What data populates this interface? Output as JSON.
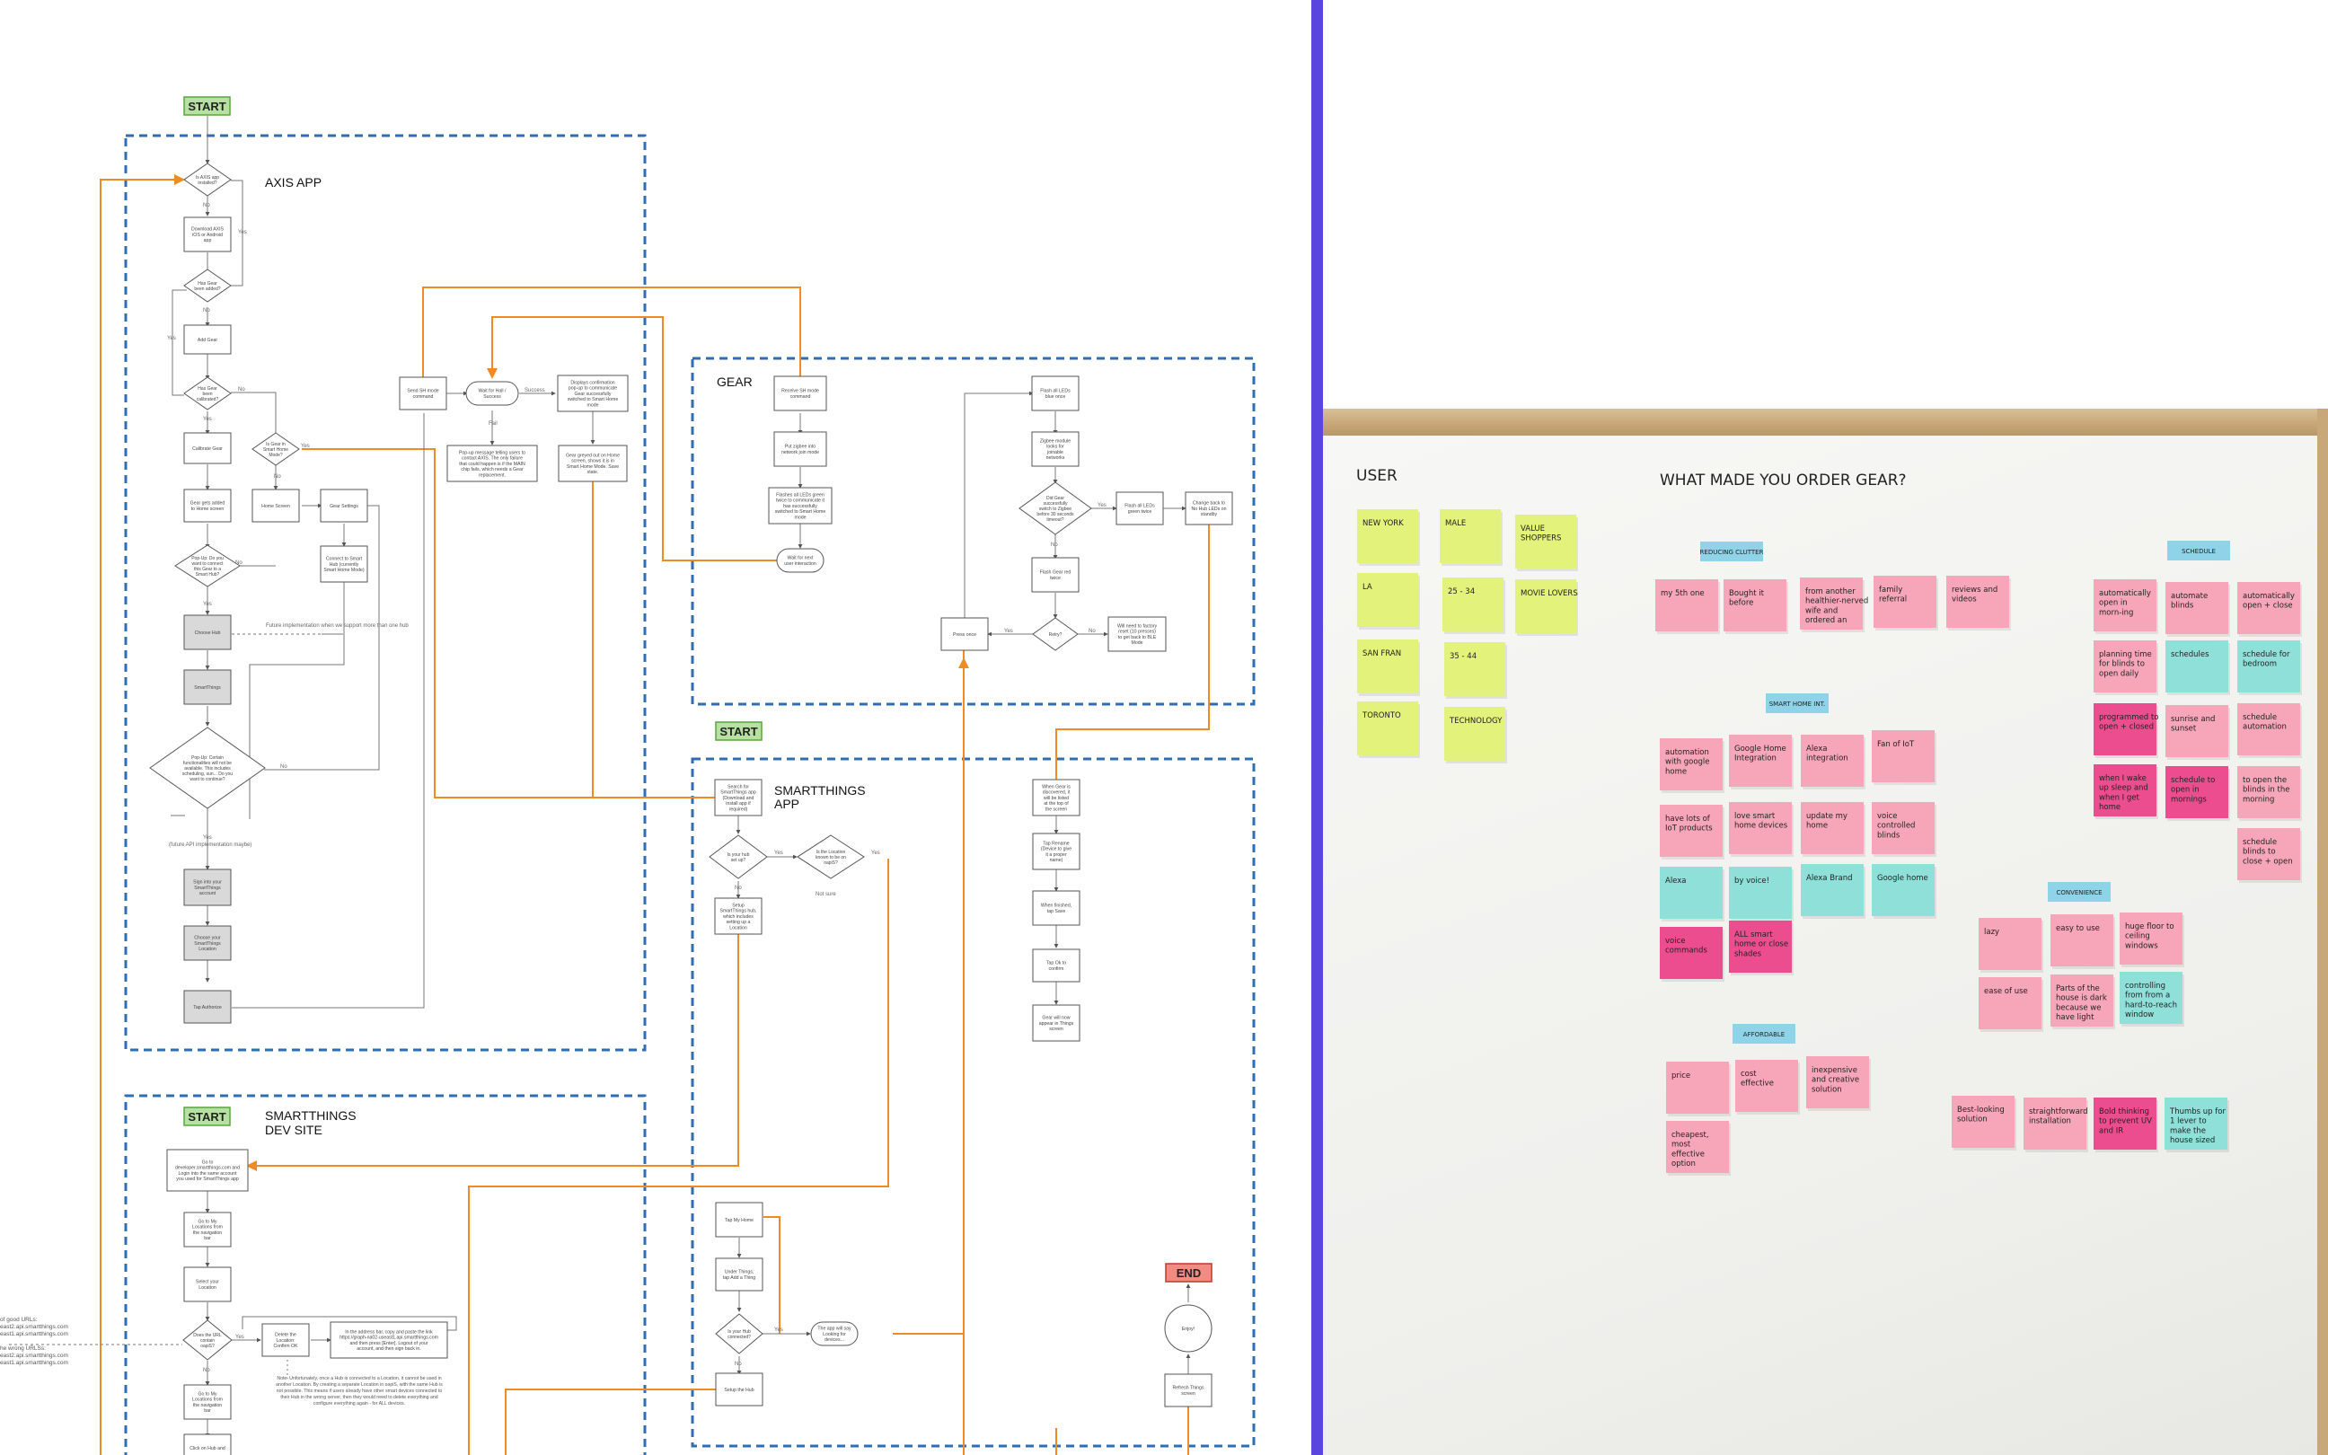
{
  "flowchart": {
    "colors": {
      "group_border": "#2f6db5",
      "start_fill": "#b7e1a1",
      "start_stroke": "#5aa443",
      "end_fill": "#f28b82",
      "end_stroke": "#c0392b",
      "orange_line": "#f08a24",
      "node_stroke": "#555555",
      "gray_fill": "#d9d9d9"
    },
    "groups": {
      "axis": "AXIS APP",
      "gear": "GEAR",
      "smartthings_l1": "SMARTTHINGS",
      "smartthings_l2": "APP",
      "dev_l1": "SMARTTHINGS",
      "dev_l2": "DEV SITE"
    },
    "terminals": {
      "start": "START",
      "end": "END"
    },
    "nodes": {
      "is_axis_installed": "Is AXIS app installed?",
      "download_axis": "Download AXIS iOS or Android app",
      "has_gear_added": "Has Gear been added?",
      "add_gear": "Add Gear",
      "has_gear_calibrated": "Has Gear been calibrated?",
      "is_smart_home_mode": "Is Gear in Smart Home Mode?",
      "calibrate_gear": "Calibrate Gear",
      "gear_added": "Gear gets added to Home screen",
      "home_screen": "Home Screen",
      "gear_settings": "Gear Settings",
      "connect_smart_hub": "Connect to Smart Hub (currently Smart Home Mode)",
      "popup_connect_hub": "Pop-Up: Do you want to connect this Gear to a Smart Hub?",
      "choose_hub": "Choose Hub",
      "smartthings": "SmartThings",
      "popup_disable": "Pop-Up: Certain functionalities will not be available. This includes scheduling, sun... Do you want to continue?",
      "sign_into": "Sign into your SmartThings account",
      "choose_location": "Choose your SmartThings Location",
      "tap_authorize": "Tap Authorize",
      "send_sh_mode": "Send SH mode command",
      "wait_success": "Wait for Hall / Success",
      "displays_confirmation": "Displays confirmation pop-up to communicate Gear successfully switched to Smart Home mode",
      "popup_failed": "Pop-up message telling users to contact AXIS. The only failure that could happen is if the MAIN chip fails, which needs a Gear replacement.",
      "gear_greyed": "Gear greyed out on Home screen, shows it is in Smart Home Mode. Save state.",
      "receive_sh": "Receive SH mode command",
      "put_zigbee": "Put zigbee into network join mode",
      "flashes_leds": "Flashes all LEDs green twice to communicate it has successfully switched to Smart Home mode",
      "wait_next": "Wait for next user interaction",
      "flash_leds_blue": "Flash all LEDs blue once",
      "zigbee_looks": "Zigbee module looks for joinable networks",
      "did_gear_switch": "Did Gear successfully switch to Zigbee before 30 seconds timeout?",
      "flash_green": "Flash all LEDs green twice",
      "change_back": "Change back to No Hub LEDs on standby",
      "flash_red": "Flash Gear red twice",
      "retry": "Retry?",
      "press_once": "Press once",
      "factory_reset": "Will need to factory reset (10 presses) to get back to BLE Mode",
      "search_smartthings": "Search for SmartThings app (Download and install app if required)",
      "is_hub_setup": "Is your hub set up?",
      "is_location_known": "Is the Location known to be on oapiS?",
      "setup_hub_location": "Setup SmartThings hub, which includes setting up a Location",
      "when_gear_discovered": "When Gear is discovered, it will be listed at the top of the screen",
      "tap_rename": "Tap Rename (Device to give it a proper name)",
      "when_finished_save": "When finished, tap Save",
      "tap_ok": "Tap Ok to confirm",
      "gear_appear": "Gear will now appear in Things screen",
      "go_to_developer": "Go to developer.smartthings.com and Login into the same account you used for SmartThings app",
      "go_to_my_locations": "Go to My Locations from the navigation bar",
      "select_location": "Select your Location",
      "does_url_correct": "Does the URL contain oapiS?",
      "delete_location": "Delete the Location: Confirm OK",
      "in_address_bar": "In the address bar, copy and paste the link https://graph-na02-useast1.api.smartthings.com and then press [Enter]. Logout of your account, and then sign back in.",
      "go_to_my_locations2": "Go to My Locations from the navigation bar",
      "click_on_hub": "Click on Hub and",
      "tap_my_home": "Tap My Home",
      "under_things": "Under Things, tap Add a Thing",
      "is_hub_connected": "Is your Hub connected?",
      "app_looking": "The app will say Looking for devices...",
      "setup_hub": "Setup the Hub",
      "enjoy": "Enjoy!",
      "refresh_things": "Refresh Things screen"
    },
    "labels": {
      "yes": "Yes",
      "no": "No",
      "success": "Success",
      "fail": "Fail",
      "not_sure": "Not sure",
      "future_impl": "Future implementation when we support more than one hub",
      "future_api": "(future API implementation maybe)"
    },
    "note_delete": "Note: Unfortunately, once a Hub is connected to a Location, it cannot be used in another Location. By creating a separate Location in oapiS, with the same Hub is not possible. This means if users already have other smart devices connected to their Hub in the wrong server, then they would need to delete everything and configure everything again - for ALL devices.",
    "left_notes": [
      "of good URLs:",
      "east2.api.smartthings.com",
      "east1.api.smartthings.com",
      "",
      "he wrong URLSs:",
      "east2.api.smartthings.com",
      "east1.api.smartthings.com"
    ]
  },
  "whiteboard": {
    "colors": {
      "yellow": "#e2f27a",
      "pink": "#f7a6b9",
      "magenta": "#ec4d8f",
      "teal": "#8fe0d8",
      "label_blue": "#8fd3e8"
    },
    "user_title": "USER",
    "main_title": "WHAT MADE YOU ORDER GEAR?",
    "user_notes": [
      [
        "NEW YORK",
        "MALE",
        "VALUE SHOPPERS"
      ],
      [
        "LA",
        "25 - 34",
        "MOVIE LOVERS"
      ],
      [
        "SAN FRAN",
        "35 - 44"
      ],
      [
        "TORONTO",
        "TECHNOLOGY"
      ]
    ],
    "clusters": [
      {
        "label": "REDUCING CLUTTER",
        "notes": [
          "my 5th one",
          "Bought it before",
          "from another healthier-nerved wife and ordered an",
          "family referral",
          "reviews and videos"
        ]
      },
      {
        "label": "SCHEDULE",
        "notes": [
          "automatically open in morn-ing",
          "automate blinds",
          "automatically open + close",
          "planning time for blinds to open daily",
          "schedules",
          "schedule for bedroom",
          "programmed to open + closed",
          "sunrise and sunset",
          "schedule automation",
          "when I wake up sleep and when I get home",
          "schedule to open in mornings",
          "to open the blinds in the morning",
          "schedule blinds to close + open"
        ]
      },
      {
        "label": "SMART HOME INT.",
        "notes": [
          "automation with google home",
          "Google Home Integration",
          "Alexa integration",
          "Fan of IoT",
          "have lots of IoT products",
          "love smart home devices",
          "update my home",
          "voice controlled blinds",
          "Alexa",
          "by voice!",
          "Alexa Brand",
          "Google home",
          "voice commands",
          "ALL smart home or close shades"
        ]
      },
      {
        "label": "CONVENIENCE",
        "notes": [
          "lazy",
          "easy to use",
          "huge floor to ceiling windows",
          "ease of use",
          "Parts of the house is dark because we have light blinds",
          "controlling from from a hard-to-reach window"
        ]
      },
      {
        "label": "AFFORDABLE",
        "notes": [
          "price",
          "cost effective",
          "inexpensive and creative solution",
          "cheapest, most effective option"
        ]
      },
      {
        "label": "",
        "notes": [
          "Best-looking solution",
          "straightforward installation",
          "Bold thinking to prevent UV and IR",
          "Thumbs up for 1 lever to make the house sized in"
        ]
      }
    ]
  }
}
